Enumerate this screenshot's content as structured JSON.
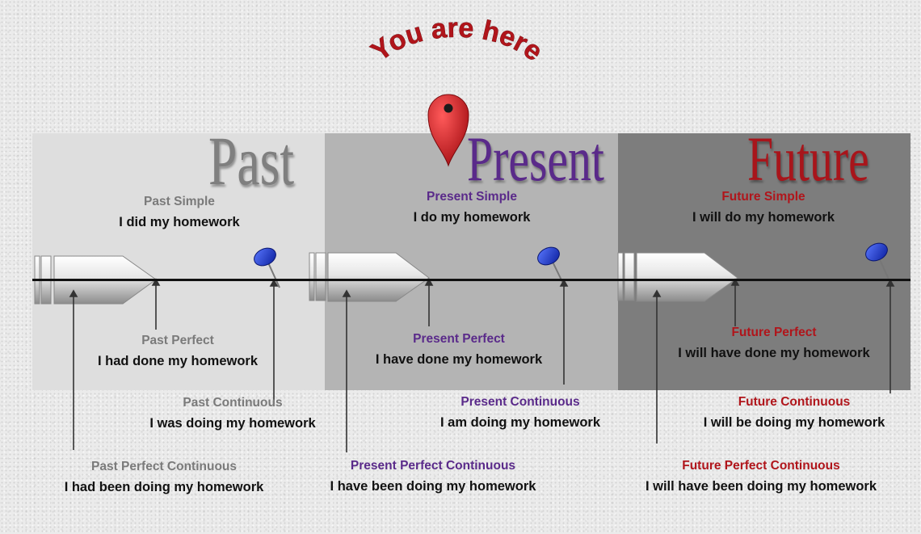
{
  "marker": {
    "text": "You are here",
    "color": "#b0151b",
    "icon": "map-pin-icon"
  },
  "columns": {
    "past": {
      "heading": "Past",
      "color": "#7a7a7a",
      "simple": {
        "name": "Past Simple",
        "example": "I did my homework"
      },
      "perfect": {
        "name": "Past Perfect",
        "example": "I had done my homework"
      },
      "continuous": {
        "name": "Past Continuous",
        "example": "I was doing my homework"
      },
      "perfect_continuous": {
        "name": "Past Perfect Continuous",
        "example": "I had been doing my homework"
      }
    },
    "present": {
      "heading": "Present",
      "color": "#5a2a8a",
      "simple": {
        "name": "Present Simple",
        "example": "I do my homework"
      },
      "perfect": {
        "name": "Present Perfect",
        "example": "I have done my homework"
      },
      "continuous": {
        "name": "Present Continuous",
        "example": "I am doing my homework"
      },
      "perfect_continuous": {
        "name": "Present Perfect Continuous",
        "example": "I have been doing my homework"
      }
    },
    "future": {
      "heading": "Future",
      "color": "#b0151b",
      "simple": {
        "name": "Future Simple",
        "example": "I will do my homework"
      },
      "perfect": {
        "name": "Future Perfect",
        "example": "I will have done my homework"
      },
      "continuous": {
        "name": "Future Continuous",
        "example": "I will be doing my homework"
      },
      "perfect_continuous": {
        "name": "Future Perfect Continuous",
        "example": "I will have been doing my homework"
      }
    }
  },
  "icons": {
    "period_bar": "pencil-icon",
    "moment": "push-pin-icon"
  }
}
